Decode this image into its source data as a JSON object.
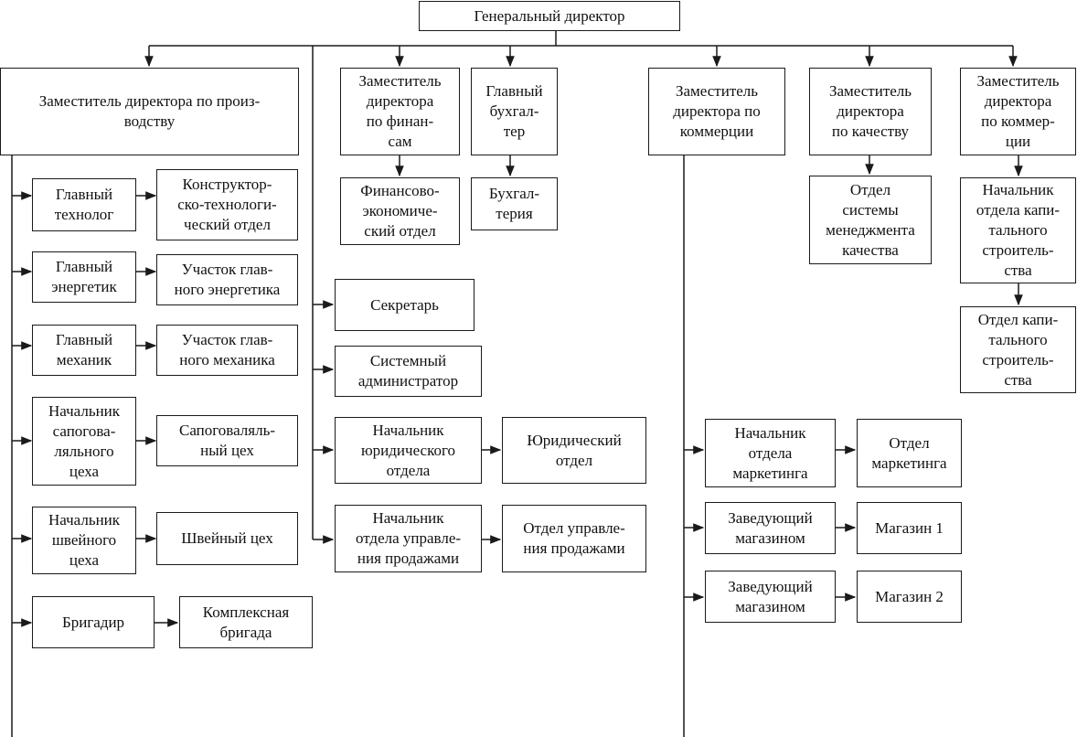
{
  "nodes": {
    "gendir": "Генеральный директор",
    "zam_prod": "Заместитель директора по произ-\nводству",
    "zam_fin": "Заместитель\nдиректора\nпо финан-\nсам",
    "gl_buh": "Главный\nбухгал-\nтер",
    "zam_kom1": "Заместитель\nдиректора по\nкоммерции",
    "zam_kach": "Заместитель\nдиректора\nпо качеству",
    "zam_kom2": "Заместитель\nдиректора\nпо коммер-\nции",
    "gl_tehnolog": "Главный\nтехнолог",
    "kto": "Конструктор-\nско-технологи-\nческий отдел",
    "gl_energ": "Главный\nэнергетик",
    "uch_energ": "Участок глав-\nного энергетика",
    "gl_meh": "Главный\nмеханик",
    "uch_meh": "Участок глав-\nного механика",
    "nach_sapog": "Начальник\nсапогова-\nляльного\nцеха",
    "sapog_ceh": "Сапоговаляль-\nный цех",
    "nach_shveyn": "Начальник\nшвейного\nцеха",
    "shveyn_ceh": "Швейный цех",
    "brigadir": "Бригадир",
    "kompl_brig": "Комплексная\nбригада",
    "fin_ek": "Финансово-\nэкономиче-\nский отдел",
    "buh": "Бухгал-\nтерия",
    "sekretar": "Секретарь",
    "sysadm": "Системный\nадминистратор",
    "nach_yur": "Начальник\nюридического\nотдела",
    "yur": "Юридический\nотдел",
    "nach_prod": "Начальник\nотдела управле-\nния продажами",
    "otd_prod": "Отдел управле-\nния продажами",
    "smk": "Отдел\nсистемы\nменеджмента\nкачества",
    "nach_kap": "Начальник\nотдела капи-\nтального\nстроитель-\nства",
    "otd_kap": "Отдел капи-\nтального\nстроитель-\nства",
    "nach_mark": "Начальник\nотдела\nмаркетинга",
    "otd_mark": "Отдел\nмаркетинга",
    "zav_mag1": "Заведующий\nмагазином",
    "mag1": "Магазин 1",
    "zav_mag2": "Заведующий\nмагазином",
    "mag2": "Магазин 2"
  }
}
